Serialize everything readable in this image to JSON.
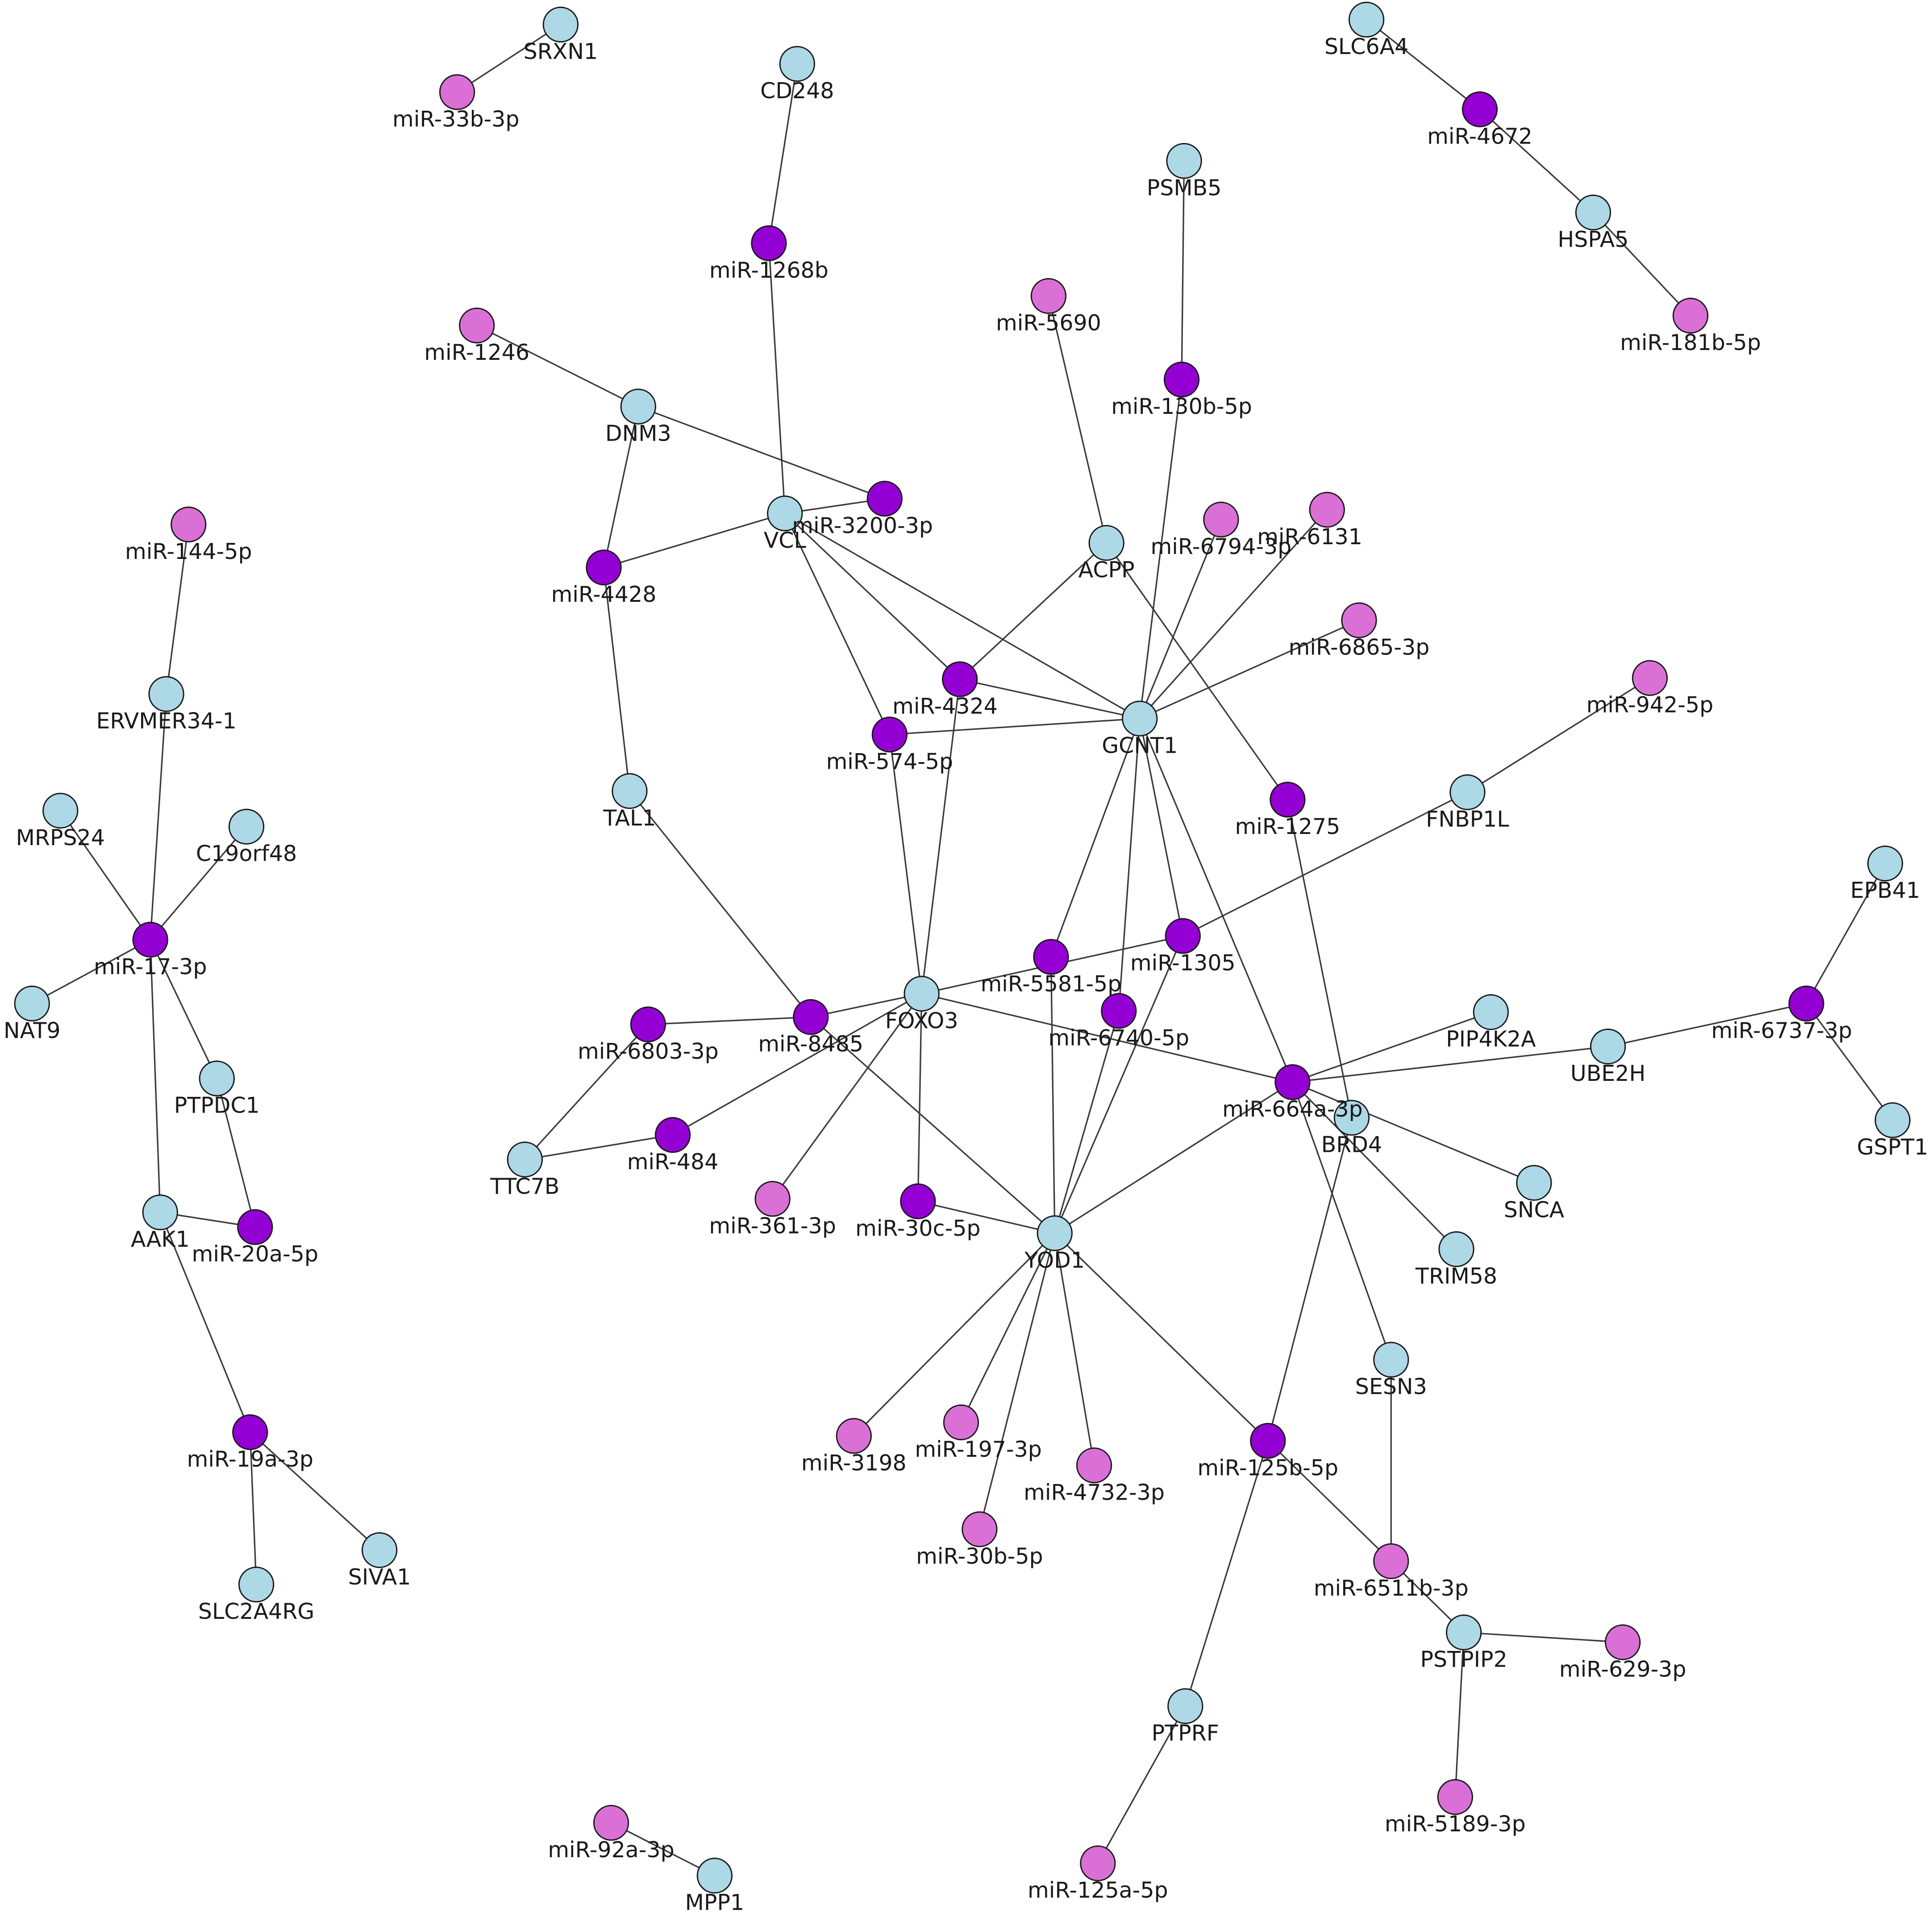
{
  "colors": {
    "gene": "#add8e6",
    "mir_strong": "#9400d3",
    "mir_weak": "#da70d6",
    "edge": "#3a3a3a"
  },
  "nodes": [
    {
      "id": "SRXN1",
      "type": "gene"
    },
    {
      "id": "miR-33b-3p",
      "type": "mir_weak"
    },
    {
      "id": "CD248",
      "type": "gene"
    },
    {
      "id": "miR-1268b",
      "type": "mir_strong"
    },
    {
      "id": "SLC6A4",
      "type": "gene"
    },
    {
      "id": "miR-4672",
      "type": "mir_strong"
    },
    {
      "id": "HSPA5",
      "type": "gene"
    },
    {
      "id": "miR-181b-5p",
      "type": "mir_weak"
    },
    {
      "id": "PSMB5",
      "type": "gene"
    },
    {
      "id": "miR-5690",
      "type": "mir_weak"
    },
    {
      "id": "miR-130b-5p",
      "type": "mir_strong"
    },
    {
      "id": "miR-1246",
      "type": "mir_weak"
    },
    {
      "id": "DNM3",
      "type": "gene"
    },
    {
      "id": "VCL",
      "type": "gene"
    },
    {
      "id": "miR-3200-3p",
      "type": "mir_strong"
    },
    {
      "id": "miR-4428",
      "type": "mir_strong"
    },
    {
      "id": "ACPP",
      "type": "gene"
    },
    {
      "id": "miR-6794-3p",
      "type": "mir_weak"
    },
    {
      "id": "miR-6131",
      "type": "mir_weak"
    },
    {
      "id": "miR-6865-3p",
      "type": "mir_weak"
    },
    {
      "id": "miR-144-5p",
      "type": "mir_weak"
    },
    {
      "id": "ERVMER34-1",
      "type": "gene"
    },
    {
      "id": "miR-4324",
      "type": "mir_strong"
    },
    {
      "id": "GCNT1",
      "type": "gene"
    },
    {
      "id": "miR-574-5p",
      "type": "mir_strong"
    },
    {
      "id": "miR-942-5p",
      "type": "mir_weak"
    },
    {
      "id": "TAL1",
      "type": "gene"
    },
    {
      "id": "MRPS24",
      "type": "gene"
    },
    {
      "id": "C19orf48",
      "type": "gene"
    },
    {
      "id": "miR-1275",
      "type": "mir_strong"
    },
    {
      "id": "FNBP1L",
      "type": "gene"
    },
    {
      "id": "EPB41",
      "type": "gene"
    },
    {
      "id": "miR-17-3p",
      "type": "mir_strong"
    },
    {
      "id": "miR-1305",
      "type": "mir_strong"
    },
    {
      "id": "miR-5581-5p",
      "type": "mir_strong"
    },
    {
      "id": "NAT9",
      "type": "gene"
    },
    {
      "id": "FOXO3",
      "type": "gene"
    },
    {
      "id": "miR-8485",
      "type": "mir_strong"
    },
    {
      "id": "miR-6803-3p",
      "type": "mir_strong"
    },
    {
      "id": "miR-6740-5p",
      "type": "mir_strong"
    },
    {
      "id": "miR-6737-3p",
      "type": "mir_strong"
    },
    {
      "id": "PIP4K2A",
      "type": "gene"
    },
    {
      "id": "UBE2H",
      "type": "gene"
    },
    {
      "id": "PTPDC1",
      "type": "gene"
    },
    {
      "id": "miR-664a-3p",
      "type": "mir_strong"
    },
    {
      "id": "BRD4",
      "type": "gene"
    },
    {
      "id": "GSPT1",
      "type": "gene"
    },
    {
      "id": "TTC7B",
      "type": "gene"
    },
    {
      "id": "miR-484",
      "type": "mir_strong"
    },
    {
      "id": "SNCA",
      "type": "gene"
    },
    {
      "id": "miR-361-3p",
      "type": "mir_weak"
    },
    {
      "id": "miR-30c-5p",
      "type": "mir_strong"
    },
    {
      "id": "AAK1",
      "type": "gene"
    },
    {
      "id": "miR-20a-5p",
      "type": "mir_strong"
    },
    {
      "id": "YOD1",
      "type": "gene"
    },
    {
      "id": "TRIM58",
      "type": "gene"
    },
    {
      "id": "SESN3",
      "type": "gene"
    },
    {
      "id": "miR-19a-3p",
      "type": "mir_strong"
    },
    {
      "id": "miR-3198",
      "type": "mir_weak"
    },
    {
      "id": "miR-197-3p",
      "type": "mir_weak"
    },
    {
      "id": "miR-4732-3p",
      "type": "mir_weak"
    },
    {
      "id": "miR-125b-5p",
      "type": "mir_strong"
    },
    {
      "id": "miR-30b-5p",
      "type": "mir_weak"
    },
    {
      "id": "SIVA1",
      "type": "gene"
    },
    {
      "id": "SLC2A4RG",
      "type": "gene"
    },
    {
      "id": "miR-6511b-3p",
      "type": "mir_weak"
    },
    {
      "id": "PSTPIP2",
      "type": "gene"
    },
    {
      "id": "miR-629-3p",
      "type": "mir_weak"
    },
    {
      "id": "PTPRF",
      "type": "gene"
    },
    {
      "id": "miR-5189-3p",
      "type": "mir_weak"
    },
    {
      "id": "miR-92a-3p",
      "type": "mir_weak"
    },
    {
      "id": "MPP1",
      "type": "gene"
    },
    {
      "id": "miR-125a-5p",
      "type": "mir_weak"
    }
  ],
  "edges": [
    [
      "SRXN1",
      "miR-33b-3p"
    ],
    [
      "CD248",
      "miR-1268b"
    ],
    [
      "miR-1268b",
      "VCL"
    ],
    [
      "SLC6A4",
      "miR-4672"
    ],
    [
      "miR-4672",
      "HSPA5"
    ],
    [
      "HSPA5",
      "miR-181b-5p"
    ],
    [
      "PSMB5",
      "miR-130b-5p"
    ],
    [
      "miR-130b-5p",
      "GCNT1"
    ],
    [
      "miR-5690",
      "ACPP"
    ],
    [
      "miR-1246",
      "DNM3"
    ],
    [
      "DNM3",
      "miR-3200-3p"
    ],
    [
      "DNM3",
      "miR-4428"
    ],
    [
      "VCL",
      "miR-3200-3p"
    ],
    [
      "VCL",
      "miR-4428"
    ],
    [
      "VCL",
      "miR-4324"
    ],
    [
      "VCL",
      "miR-574-5p"
    ],
    [
      "VCL",
      "GCNT1"
    ],
    [
      "miR-4428",
      "TAL1"
    ],
    [
      "TAL1",
      "miR-8485"
    ],
    [
      "ACPP",
      "miR-4324"
    ],
    [
      "ACPP",
      "miR-1275"
    ],
    [
      "miR-1275",
      "BRD4"
    ],
    [
      "miR-6794-3p",
      "GCNT1"
    ],
    [
      "miR-6131",
      "GCNT1"
    ],
    [
      "miR-6865-3p",
      "GCNT1"
    ],
    [
      "miR-4324",
      "GCNT1"
    ],
    [
      "miR-4324",
      "FOXO3"
    ],
    [
      "miR-574-5p",
      "GCNT1"
    ],
    [
      "miR-574-5p",
      "FOXO3"
    ],
    [
      "GCNT1",
      "miR-5581-5p"
    ],
    [
      "GCNT1",
      "miR-1305"
    ],
    [
      "GCNT1",
      "miR-6740-5p"
    ],
    [
      "GCNT1",
      "miR-664a-3p"
    ],
    [
      "miR-942-5p",
      "FNBP1L"
    ],
    [
      "FNBP1L",
      "miR-1305"
    ],
    [
      "miR-1305",
      "FOXO3"
    ],
    [
      "miR-1305",
      "YOD1"
    ],
    [
      "miR-5581-5p",
      "YOD1"
    ],
    [
      "miR-6740-5p",
      "YOD1"
    ],
    [
      "miR-144-5p",
      "ERVMER34-1"
    ],
    [
      "ERVMER34-1",
      "miR-17-3p"
    ],
    [
      "MRPS24",
      "miR-17-3p"
    ],
    [
      "C19orf48",
      "miR-17-3p"
    ],
    [
      "NAT9",
      "miR-17-3p"
    ],
    [
      "miR-17-3p",
      "PTPDC1"
    ],
    [
      "miR-17-3p",
      "AAK1"
    ],
    [
      "PTPDC1",
      "miR-20a-5p"
    ],
    [
      "AAK1",
      "miR-20a-5p"
    ],
    [
      "AAK1",
      "miR-19a-3p"
    ],
    [
      "miR-19a-3p",
      "SIVA1"
    ],
    [
      "miR-19a-3p",
      "SLC2A4RG"
    ],
    [
      "FOXO3",
      "miR-8485"
    ],
    [
      "miR-8485",
      "miR-6803-3p"
    ],
    [
      "FOXO3",
      "miR-484"
    ],
    [
      "FOXO3",
      "miR-361-3p"
    ],
    [
      "FOXO3",
      "miR-30c-5p"
    ],
    [
      "FOXO3",
      "miR-664a-3p"
    ],
    [
      "miR-8485",
      "YOD1"
    ],
    [
      "miR-6803-3p",
      "TTC7B"
    ],
    [
      "TTC7B",
      "miR-484"
    ],
    [
      "miR-30c-5p",
      "YOD1"
    ],
    [
      "YOD1",
      "miR-664a-3p"
    ],
    [
      "YOD1",
      "miR-3198"
    ],
    [
      "YOD1",
      "miR-197-3p"
    ],
    [
      "YOD1",
      "miR-30b-5p"
    ],
    [
      "YOD1",
      "miR-4732-3p"
    ],
    [
      "YOD1",
      "miR-125b-5p"
    ],
    [
      "miR-664a-3p",
      "PIP4K2A"
    ],
    [
      "miR-664a-3p",
      "UBE2H"
    ],
    [
      "miR-664a-3p",
      "SNCA"
    ],
    [
      "miR-664a-3p",
      "TRIM58"
    ],
    [
      "miR-664a-3p",
      "SESN3"
    ],
    [
      "UBE2H",
      "miR-6737-3p"
    ],
    [
      "miR-6737-3p",
      "EPB41"
    ],
    [
      "miR-6737-3p",
      "GSPT1"
    ],
    [
      "BRD4",
      "miR-125b-5p"
    ],
    [
      "miR-125b-5p",
      "miR-6511b-3p"
    ],
    [
      "miR-125b-5p",
      "PTPRF"
    ],
    [
      "SESN3",
      "miR-6511b-3p"
    ],
    [
      "miR-6511b-3p",
      "PSTPIP2"
    ],
    [
      "PSTPIP2",
      "miR-629-3p"
    ],
    [
      "PSTPIP2",
      "miR-5189-3p"
    ],
    [
      "PTPRF",
      "miR-125a-5p"
    ],
    [
      "miR-92a-3p",
      "MPP1"
    ]
  ]
}
